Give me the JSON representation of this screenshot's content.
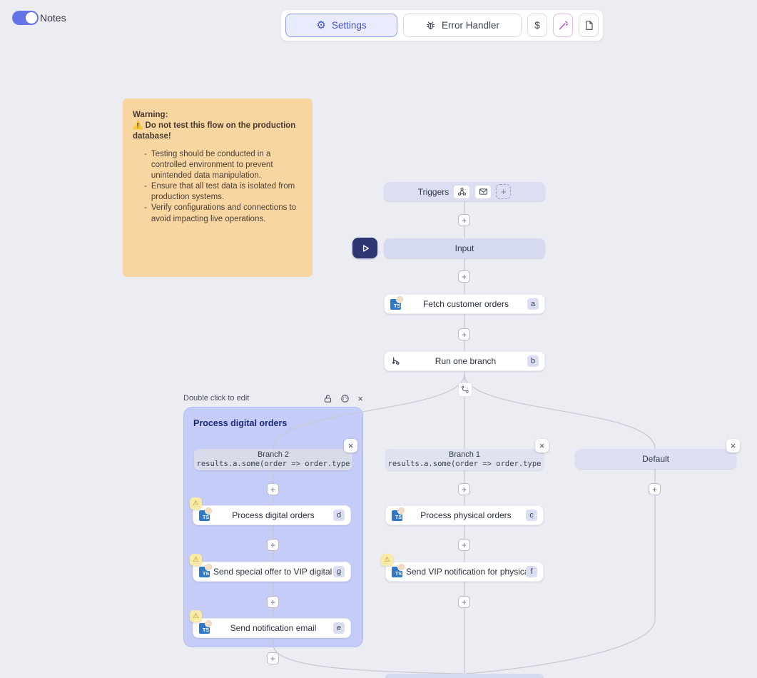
{
  "topbar": {
    "notes_label": "Notes",
    "settings_label": "Settings",
    "error_handler_label": "Error Handler",
    "dollar_label": "$"
  },
  "note": {
    "title": "Warning:",
    "alert": "⚠️ Do not test this flow on the production database!",
    "items": [
      "Testing should be conducted in a controlled environment to prevent unintended data manipulation.",
      "Ensure that all test data is isolated from production systems.",
      "Verify configurations and connections to avoid impacting live operations."
    ]
  },
  "flow": {
    "triggers_label": "Triggers",
    "input_label": "Input",
    "fetch_orders": {
      "label": "Fetch customer orders",
      "badge": "a"
    },
    "run_one_branch": {
      "label": "Run one branch",
      "badge": "b"
    },
    "group": {
      "hint": "Double click to edit",
      "title": "Process digital orders"
    },
    "branch2": {
      "title": "Branch 2",
      "code": "results.a.some(order => order.type"
    },
    "branch1": {
      "title": "Branch 1",
      "code": "results.a.some(order => order.type"
    },
    "default_branch": {
      "title": "Default"
    },
    "process_digital": {
      "label": "Process digital orders",
      "badge": "d"
    },
    "send_special_offer": {
      "label": "Send special offer to VIP digital c...",
      "badge": "g"
    },
    "send_notification_email": {
      "label": "Send notification email",
      "badge": "e"
    },
    "process_physical": {
      "label": "Process physical orders",
      "badge": "c"
    },
    "send_vip_notification": {
      "label": "Send VIP notification for physical...",
      "badge": "f"
    }
  },
  "colors": {
    "accent_indigo": "#4553cf",
    "group_bg": "#c6ccf8",
    "note_bg": "#f8d5a1",
    "wand_pink": "#c23ad4",
    "play_navy": "#2e3674",
    "ts_blue": "#3178c6"
  }
}
